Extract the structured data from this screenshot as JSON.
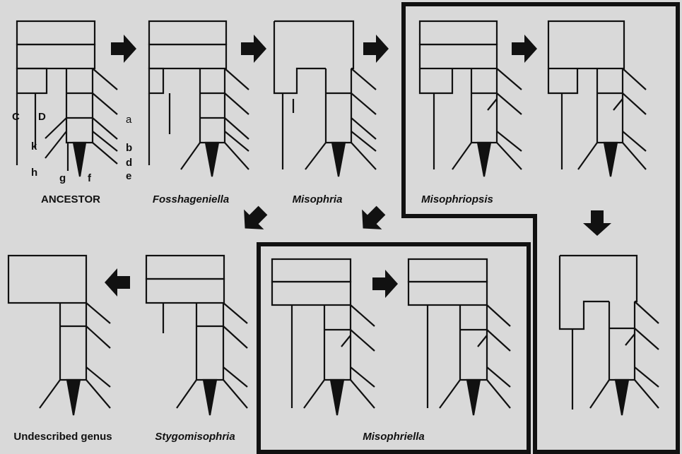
{
  "colors": {
    "background": "#d9d9d9",
    "ink": "#111111"
  },
  "panels": [
    {
      "id": "ancestor",
      "label": "ANCESTOR",
      "italic": false
    },
    {
      "id": "fosshageniella",
      "label": "Fosshageniella",
      "italic": true
    },
    {
      "id": "misophria",
      "label": "Misophria",
      "italic": true
    },
    {
      "id": "misophriopsis",
      "label": "Misophriopsis",
      "italic": true
    },
    {
      "id": "misophriopsis-derived",
      "label": "",
      "italic": false
    },
    {
      "id": "misophriella",
      "label": "Misophriella",
      "italic": true
    },
    {
      "id": "stygomisophria",
      "label": "Stygomisophria",
      "italic": true
    },
    {
      "id": "undescribed-genus",
      "label": "Undescribed genus",
      "italic": false
    }
  ],
  "segment_letters": {
    "C": "C",
    "D": "D",
    "a": "a",
    "k": "k",
    "b": "b",
    "d": "d",
    "h": "h",
    "g": "g",
    "f": "f",
    "e": "e"
  }
}
